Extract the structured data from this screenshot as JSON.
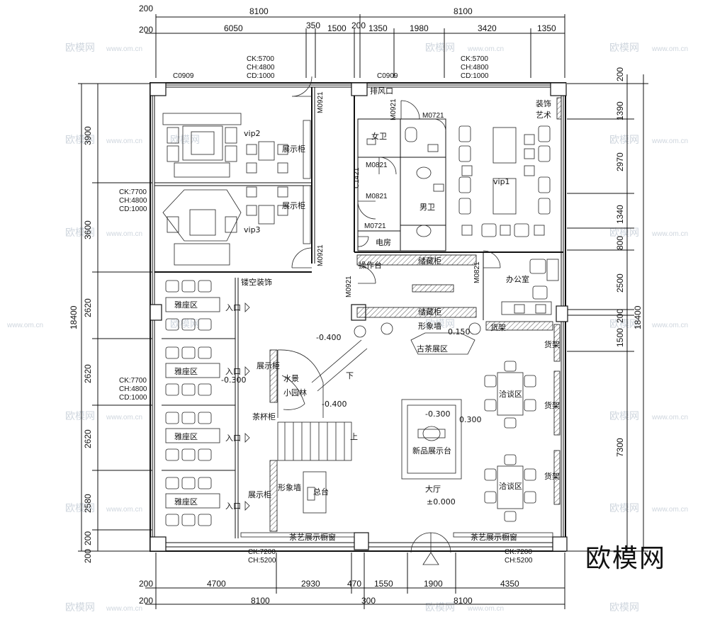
{
  "dimensions": {
    "top_totals": [
      "200",
      "8100",
      "8100"
    ],
    "top_segments": [
      "200",
      "6050",
      "350",
      "1500",
      "200",
      "1350",
      "1980",
      "3420",
      "1350"
    ],
    "bottom_segments": [
      "200",
      "4700",
      "2930",
      "470",
      "1550",
      "1900",
      "4350"
    ],
    "bottom_totals": [
      "200",
      "8100",
      "300",
      "8100"
    ],
    "left_segments": [
      "3900",
      "3600",
      "2620",
      "2620",
      "2620",
      "2580",
      "200",
      "200"
    ],
    "left_total": "18400",
    "right_segments": [
      "200",
      "1390",
      "2970",
      "1340",
      "800",
      "2500",
      "200",
      "1500",
      "7300"
    ],
    "right_total": "18400"
  },
  "ceiling_notes": {
    "top_left": [
      "CK:5700",
      "CH:4800",
      "CD:1000"
    ],
    "top_right": [
      "CK:5700",
      "CH:4800",
      "CD:1000"
    ],
    "left_upper": [
      "CK:7700",
      "CH:4800",
      "CD:1000"
    ],
    "left_lower": [
      "CK:7700",
      "CH:4800",
      "CD:1000"
    ],
    "bottom_left": [
      "CK:7200",
      "CH:5200"
    ],
    "bottom_right": [
      "CK:7200",
      "CH:5200"
    ]
  },
  "openings": {
    "c0909_left": "C0909",
    "c0909_right": "C0909",
    "m0921_a": "M0921",
    "m0921_b": "M0921",
    "m0921_c": "M0921",
    "m0921_d": "M0921",
    "m0721_a": "M0721",
    "m0721_b": "M0721",
    "m0821_a": "M0821",
    "m0821_b": "M0821",
    "m0821_c": "M0821",
    "c1421": "C1421"
  },
  "rooms": {
    "vip2": "vip2",
    "vip3": "vip3",
    "vip1": "vip1",
    "display_cabinet_1": "展示柜",
    "display_cabinet_2": "展示柜",
    "exhaust": "排风口",
    "womens_wc": "女卫",
    "mens_wc": "男卫",
    "electrical": "电房",
    "deco_art": [
      "装饰",
      "艺术"
    ],
    "work_counter": "操作台",
    "storage_cabinet_1": "储藏柜",
    "storage_cabinet_2": "储藏柜",
    "office": "办公室",
    "hollow_deco": "镂空装饰",
    "booth_1": "雅座区",
    "booth_2": "雅座区",
    "booth_3": "雅座区",
    "booth_4": "雅座区",
    "entry_1": "入口",
    "entry_2": "入口",
    "entry_3": "入口",
    "entry_4": "入口",
    "image_wall_top": "形象墙",
    "image_wall_low": "形象墙",
    "level_015": "0.150",
    "tea_display": "古茶展区",
    "goods_shelf_a": "货架",
    "goods_shelf_b": "货架",
    "goods_shelf_c": "货架",
    "goods_shelf_d": "货架",
    "negotiation_1": "洽谈区",
    "negotiation_2": "洽谈区",
    "water_view": "水景",
    "small_garden": "小园林",
    "display_case_mid": "展示柜",
    "display_case_low": "展示柜",
    "tea_cup_cabinet": "茶杯柜",
    "down": "下",
    "up": "上",
    "level_m0300": "-0.300",
    "level_m0400a": "-0.400",
    "level_m0400b": "-0.400",
    "level_m0300b": "-0.300",
    "level_m0300c": "0.300",
    "new_product_table": "新品展示台",
    "front_desk": "总台",
    "lobby": "大厅",
    "lobby_level": "±0.000",
    "tea_art_window_left": "茶艺展示橱窗",
    "tea_art_window_right": "茶艺展示橱窗"
  },
  "watermark": "欧模网",
  "watermark_url": "www.om.cn",
  "logo": "欧模网"
}
